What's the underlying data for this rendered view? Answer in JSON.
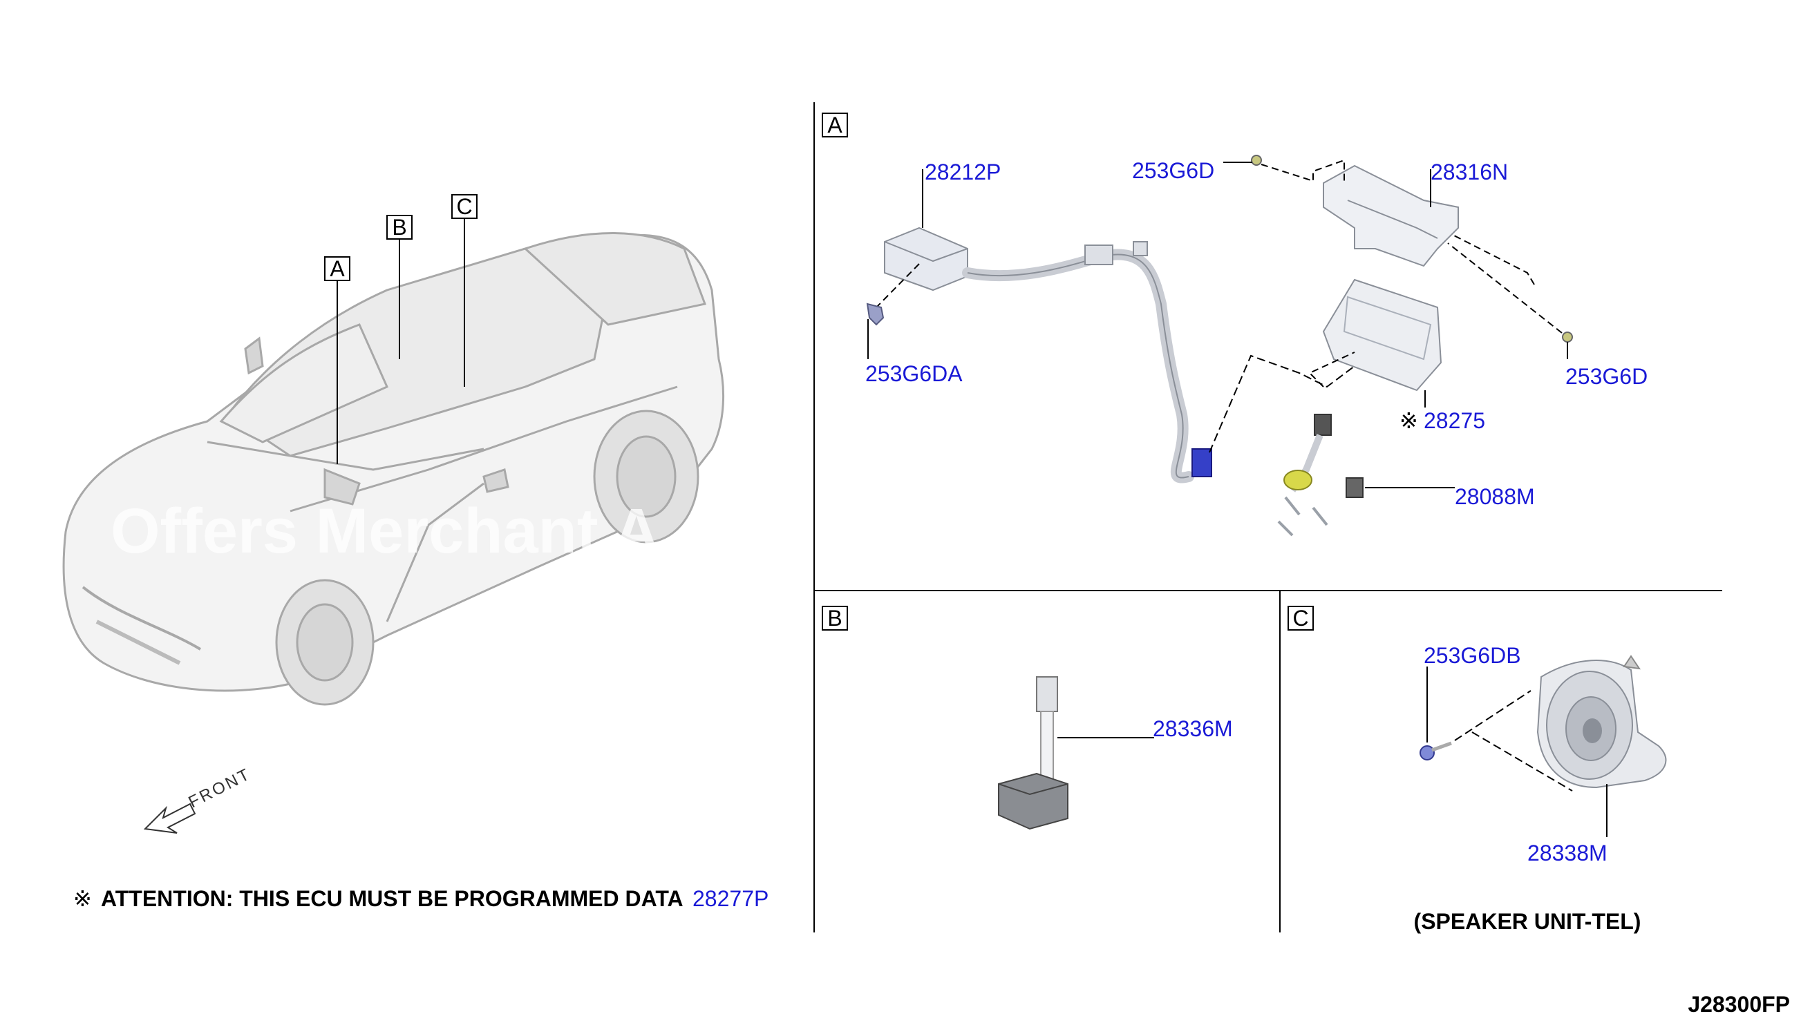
{
  "diagram": {
    "code": "J28300FP",
    "watermark": "Offers Merchant A",
    "front_label": "FRONT",
    "attention_symbol": "※",
    "attention_text": "ATTENTION: THIS ECU MUST BE PROGRAMMED DATA",
    "attention_part": "28277P",
    "car_markers": [
      "A",
      "B",
      "C"
    ],
    "panels": {
      "A": {
        "label": "A",
        "parts": [
          "28212P",
          "253G6D",
          "28316N",
          "253G6DA",
          "253G6D",
          "28275",
          "28088M"
        ],
        "note_symbol": "※"
      },
      "B": {
        "label": "B",
        "parts": [
          "28336M"
        ]
      },
      "C": {
        "label": "C",
        "parts": [
          "253G6DB",
          "28338M"
        ],
        "caption": "(SPEAKER UNIT-TEL)"
      }
    }
  }
}
